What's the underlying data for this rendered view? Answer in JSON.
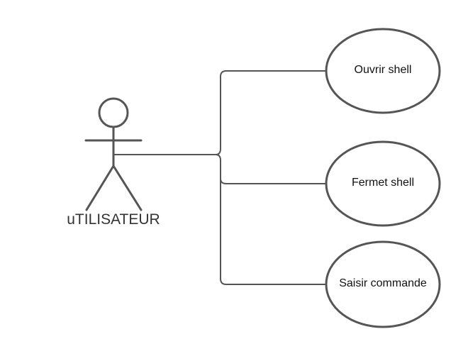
{
  "actor": {
    "name": "uTILISATEUR"
  },
  "use_cases": [
    {
      "label": "Ouvrir shell"
    },
    {
      "label": "Fermet shell"
    },
    {
      "label": "Saisir commande"
    }
  ],
  "colors": {
    "stroke": "#555555",
    "background": "#ffffff",
    "text": "#111111"
  }
}
